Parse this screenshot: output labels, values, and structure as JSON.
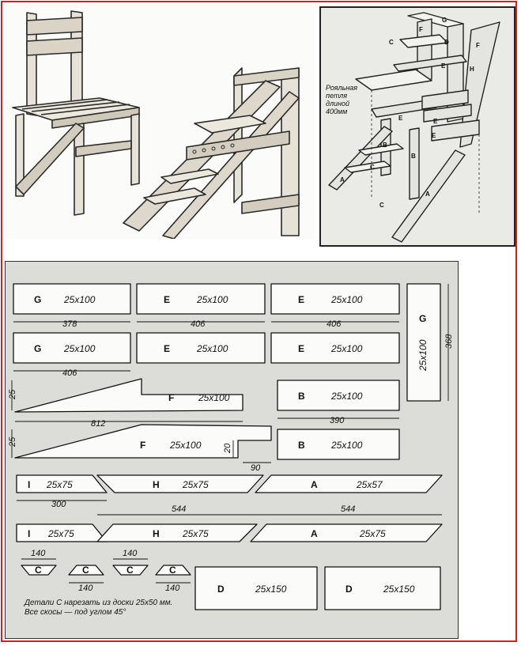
{
  "exploded_labels": {
    "G": "G",
    "F": "F",
    "C": "C",
    "D": "D",
    "H": "H",
    "E": "E",
    "B": "B",
    "A": "A",
    "hinge_note": [
      "Рояльная",
      "петля",
      "длиной",
      "400мм"
    ]
  },
  "plan": {
    "parts": [
      {
        "letter": "G",
        "size": "25x100"
      },
      {
        "letter": "E",
        "size": "25x100"
      },
      {
        "letter": "E",
        "size": "25x100"
      },
      {
        "letter": "G",
        "size": "25x100"
      },
      {
        "letter": "E",
        "size": "25x100"
      },
      {
        "letter": "E",
        "size": "25x100"
      },
      {
        "letter": "G",
        "size": "25x100"
      },
      {
        "letter": "F",
        "size": "25x100"
      },
      {
        "letter": "B",
        "size": "25x100"
      },
      {
        "letter": "F",
        "size": "25x100"
      },
      {
        "letter": "B",
        "size": "25x100"
      },
      {
        "letter": "I",
        "size": "25x75"
      },
      {
        "letter": "H",
        "size": "25x75"
      },
      {
        "letter": "A",
        "size": "25x57"
      },
      {
        "letter": "I",
        "size": "25x75"
      },
      {
        "letter": "H",
        "size": "25x75"
      },
      {
        "letter": "A",
        "size": "25x75"
      },
      {
        "letter": "C"
      },
      {
        "letter": "C"
      },
      {
        "letter": "C"
      },
      {
        "letter": "C"
      },
      {
        "letter": "D",
        "size": "25x150"
      },
      {
        "letter": "D",
        "size": "25x150"
      }
    ],
    "dims": {
      "g_len": "378",
      "e_len": "406",
      "e_len2": "406",
      "g_len2": "406",
      "g_vert": "368",
      "f_len": "812",
      "f_end": "25",
      "f_end2": "25",
      "f_notch_h": "20",
      "f_notch_w": "90",
      "b_len": "390",
      "i_len": "300",
      "h_len": "544",
      "a_len": "544",
      "c_top1": "140",
      "c_top2": "140",
      "c_bot1": "140",
      "c_bot2": "140"
    },
    "note": [
      "Детали С нарезать из доски 25x50 мм.",
      "Все скосы — под углом 45°"
    ]
  }
}
